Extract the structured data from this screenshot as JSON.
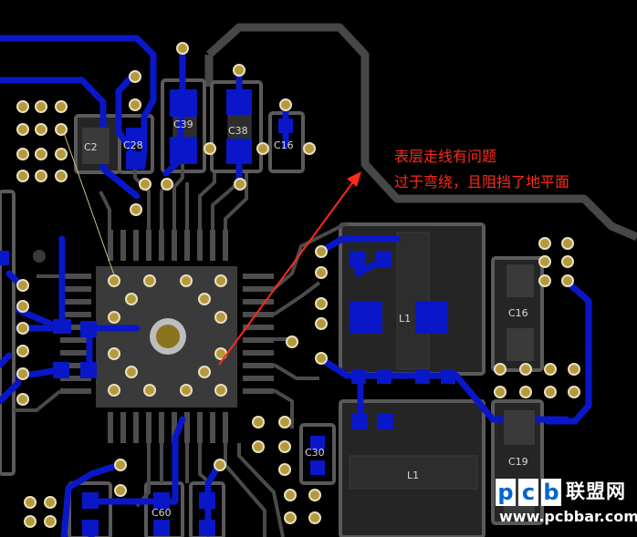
{
  "annotation": {
    "line1": "表层走线有问题",
    "line2": "过于弯绕，且阻挡了地平面",
    "color": "#ff2a1a"
  },
  "silkscreen": {
    "c2": "C2",
    "c28": "C28",
    "c39": "C39",
    "c38": "C38",
    "c16a": "C16",
    "c16b": "C16",
    "c19": "C19",
    "c30": "C30",
    "c60": "C60",
    "l1": "L1",
    "l_upper": "L1"
  },
  "watermark": {
    "p": "p",
    "c": "c",
    "b": "b",
    "name": "联盟网",
    "url": "www.pcbbar.com"
  },
  "colors": {
    "trace": "#0a17c8",
    "ground_outline": "#4a4a4a",
    "copper_fill": "#3a3a3a",
    "via": "#b49a3c",
    "background": "#000000"
  }
}
